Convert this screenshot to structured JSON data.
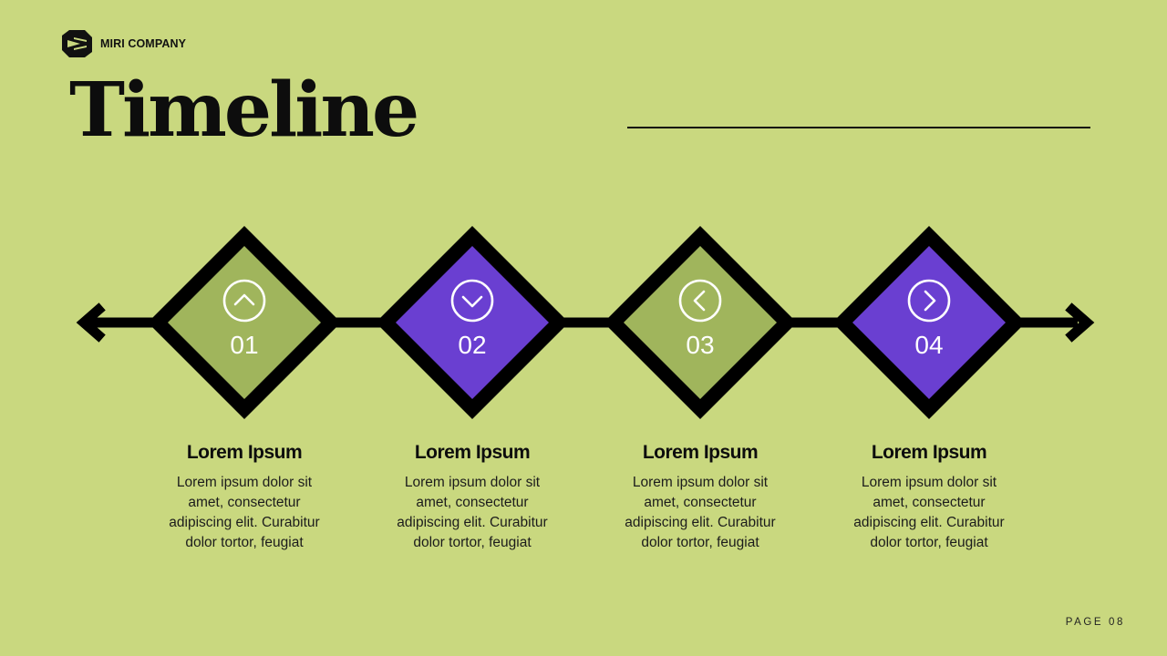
{
  "brand": {
    "name": "MIRI COMPANY",
    "logo_icon": "hexagon-logo-icon"
  },
  "page": {
    "title": "Timeline",
    "page_number": "PAGE 08"
  },
  "colors": {
    "background": "#c9d87f",
    "green_tile": "#a0b55c",
    "purple_tile": "#6a3fd1",
    "outline": "#000000"
  },
  "timeline": {
    "steps": [
      {
        "number": "01",
        "icon": "chevron-up-icon",
        "color": "green",
        "title": "Lorem Ipsum",
        "description": "Lorem ipsum dolor sit amet, consectetur adipiscing elit. Curabitur dolor tortor, feugiat"
      },
      {
        "number": "02",
        "icon": "chevron-down-icon",
        "color": "purple",
        "title": "Lorem Ipsum",
        "description": "Lorem ipsum dolor sit amet, consectetur adipiscing elit. Curabitur dolor tortor, feugiat"
      },
      {
        "number": "03",
        "icon": "chevron-left-icon",
        "color": "green",
        "title": "Lorem Ipsum",
        "description": "Lorem ipsum dolor sit amet, consectetur adipiscing elit. Curabitur dolor tortor, feugiat"
      },
      {
        "number": "04",
        "icon": "chevron-right-icon",
        "color": "purple",
        "title": "Lorem Ipsum",
        "description": "Lorem ipsum dolor sit amet, consectetur adipiscing elit. Curabitur dolor tortor, feugiat"
      }
    ]
  }
}
